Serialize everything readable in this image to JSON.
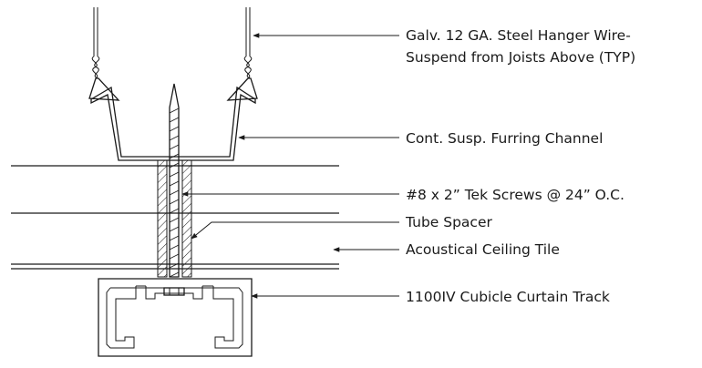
{
  "diagram": {
    "labels": {
      "hanger_line1": "Galv. 12 GA. Steel Hanger Wire-",
      "hanger_line2": "Suspend from Joists Above (TYP)",
      "channel": "Cont. Susp. Furring Channel",
      "screws": "#8 x 2” Tek Screws @ 24” O.C.",
      "spacer": "Tube Spacer",
      "tile": "Acoustical Ceiling Tile",
      "track": "1100IV Cubicle Curtain Track"
    },
    "line_color": "#1a1a1a"
  }
}
